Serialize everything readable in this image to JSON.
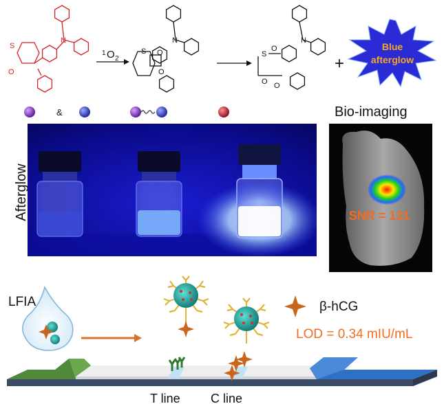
{
  "reaction": {
    "reagent_superscript": "1",
    "reagent_base": "O",
    "reagent_subscript": "2",
    "plus": "+",
    "burst_line1": "Blue",
    "burst_line2": "afterglow",
    "atom_S": "S",
    "atom_O": "O"
  },
  "legend": {
    "and_symbol": "&"
  },
  "photo": {
    "vertical_label": "Afterglow"
  },
  "bio": {
    "title": "Bio-imaging",
    "snr": "SNR = 131"
  },
  "lfia": {
    "label": "LFIA",
    "analyte": "β-hCG",
    "lod": "LOD = 0.34 mIU/mL",
    "t_line": "T line",
    "c_line": "C line"
  },
  "colors": {
    "red_structure": "#d62020",
    "burst_fill": "#2b2bd6",
    "burst_text": "#f5a623",
    "snr_text": "#f26b21",
    "lod_text": "#f26b21",
    "star_color": "#c8661e",
    "green_pad": "#4e8a3a",
    "blue_pad": "#2f6fc4",
    "np_teal": "#1fa7a0",
    "arrow_orange": "#d7732a"
  }
}
